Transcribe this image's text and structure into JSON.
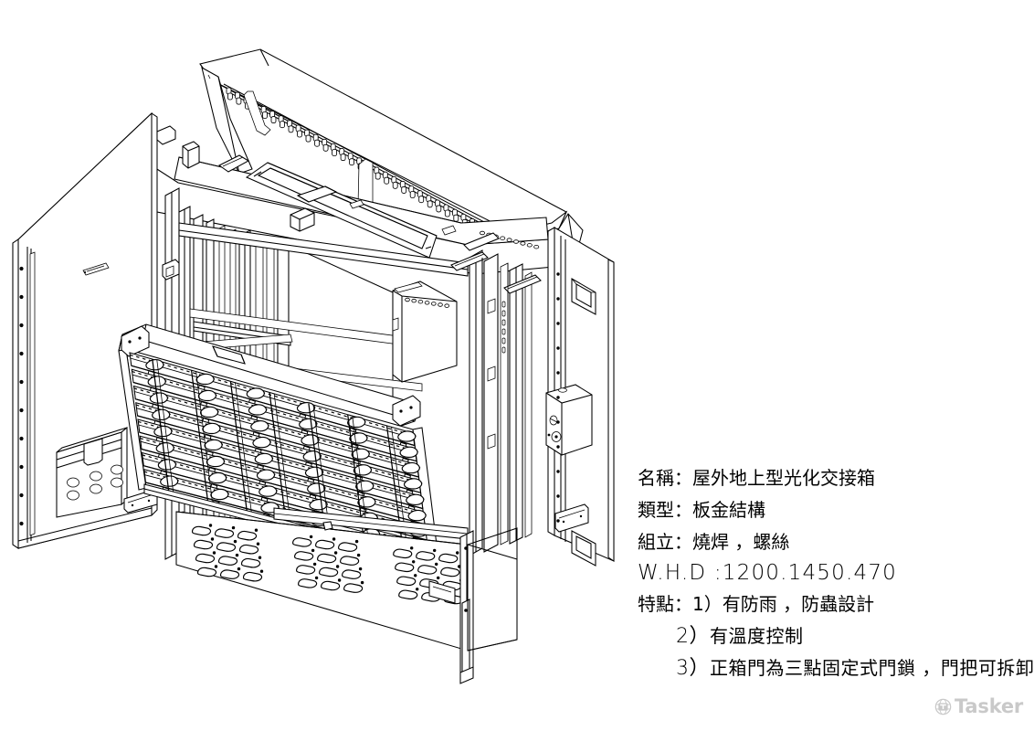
{
  "document": {
    "kind": "technical-drawing",
    "view": "isometric-exploded",
    "background_color": "#ffffff",
    "line_color": "#000000"
  },
  "spec": {
    "lines": [
      {
        "id": "name",
        "label": "名稱",
        "separator": "：",
        "value": "屋外地上型光化交接箱",
        "style": "cjk"
      },
      {
        "id": "type",
        "label": "類型",
        "separator": "：",
        "value": "板金結構",
        "style": "cjk"
      },
      {
        "id": "assembly",
        "label": "組立",
        "separator": "：",
        "value": "燒焊 ，螺絲",
        "style": "cjk"
      },
      {
        "id": "whd",
        "label": "W.H.D",
        "separator": " :",
        "value": "1200.1450.470",
        "style": "cad"
      },
      {
        "id": "feature1",
        "label": "特點",
        "separator": "：",
        "value": "1）有防雨 ，防蟲設計",
        "style": "cjk"
      }
    ],
    "feature_items": [
      {
        "id": "feature2",
        "number": "2）",
        "value": "有溫度控制"
      },
      {
        "id": "feature3",
        "number": "3）",
        "value": "正箱門為三點固定式門鎖 ，門把可拆卸"
      }
    ]
  },
  "dimensions": {
    "width_mm": 1200,
    "height_mm": 1450,
    "depth_mm": 470
  },
  "watermark": {
    "text": "Tasker",
    "color": "#c9c9c9",
    "icon": "tasker-globe-icon"
  },
  "drawing_parts": [
    {
      "id": "top-lid",
      "name": "ventilated-top-lid-open"
    },
    {
      "id": "left-door",
      "name": "left-door-open-with-document-pocket"
    },
    {
      "id": "right-door",
      "name": "right-door-open-with-three-point-lock"
    },
    {
      "id": "cabinet-frame",
      "name": "sheet-metal-cabinet-frame"
    },
    {
      "id": "splice-trays",
      "name": "tilted-fiber-splice-tray-stack"
    },
    {
      "id": "bottom-panel",
      "name": "bottom-louvre-vent-panel"
    },
    {
      "id": "lock-box",
      "name": "door-lock-housing"
    }
  ]
}
